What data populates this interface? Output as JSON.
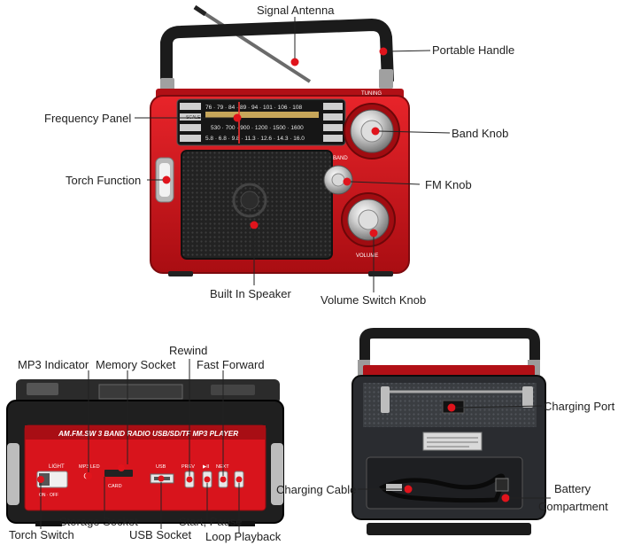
{
  "labels": {
    "signal_antenna": "Signal Antenna",
    "portable_handle": "Portable Handle",
    "frequency_panel": "Frequency Panel",
    "band_knob": "Band Knob",
    "torch_function": "Torch Function",
    "fm_knob": "FM Knob",
    "built_in_speaker": "Built In Speaker",
    "volume_switch_knob": "Volume Switch Knob",
    "mp3_indicator": "MP3 Indicator",
    "memory_socket": "Memory Socket",
    "rewind": "Rewind",
    "fast_forward": "Fast Forward",
    "storage_socket": "Storage Socket",
    "torch_switch": "Torch Switch",
    "usb_socket": "USB Socket",
    "start_pause": "Start, Pause",
    "loop_playback": "Loop Playback",
    "charging_port": "Charging Port",
    "charging_cable": "Charging Cable",
    "battery": "Battery",
    "compartment": "Compartment"
  },
  "device_text": {
    "tuning": "TUNING",
    "band": "BAND",
    "volume": "VOLUME",
    "scale": "SCALE",
    "fm_scale": "76 · 79 · 84 · 89 · 94 · 101 · 106 · 108",
    "am_scale": "530 · 700 · 900 · 1200 · 1500 · 1600",
    "sw_scale": "5.8 · 6.8 · 9.8 · 11.3 · 12.6 · 14.3 · 16.0",
    "front_banner": "AM.FM.SW 3 BAND RADIO USB/SD/TF MP3 PLAYER",
    "light": "LIGHT",
    "on_off": "ON · OFF",
    "mp3_led": "MP3 LED",
    "card": "CARD",
    "usb": "USB",
    "prev": "PREV",
    "play": "▶II",
    "next": "NEXT"
  },
  "colors": {
    "radio_red": "#d8141c",
    "dark_red": "#8e0c10",
    "grille": "#2a2a2a",
    "chrome": "#c9c9c9",
    "pointer": "#e0141c",
    "handle": "#1b1b1b"
  },
  "icons": {
    "pointer_dot": "red-dot-icon",
    "knob": "chrome-knob-icon"
  }
}
